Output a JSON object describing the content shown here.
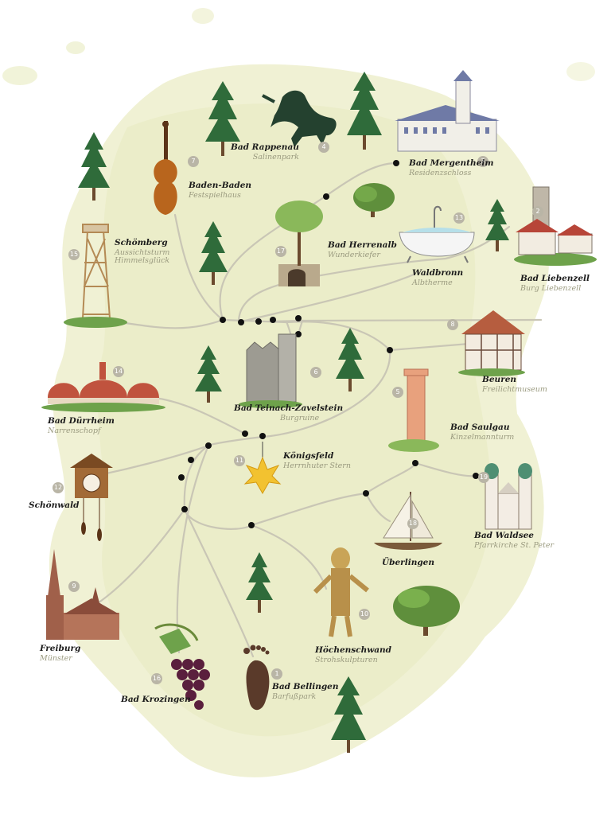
{
  "colors": {
    "background": "#ffffff",
    "land": "#eef0cf",
    "route": "#c9c6b5",
    "stop": "#111111",
    "badge": "#b9b5a6",
    "subtitle": "#9a9a7f"
  },
  "sites": [
    {
      "id": 1,
      "num": "1",
      "town": "Bad Bellingen",
      "site": "Barfußpark",
      "icon": "footprint-icon"
    },
    {
      "id": 2,
      "num": "2",
      "town": "Bad Liebenzell",
      "site": "Burg Liebenzell",
      "icon": "castle-icon"
    },
    {
      "id": 3,
      "num": "3",
      "town": "Bad Mergentheim",
      "site": "Residenzschloss",
      "icon": "palace-icon"
    },
    {
      "id": 4,
      "num": "4",
      "town": "Bad Rappenau",
      "site": "Salinenpark",
      "icon": "horse-icon"
    },
    {
      "id": 5,
      "num": "5",
      "town": "Bad Saulgau",
      "site": "Kinzelmannturm",
      "icon": "tower-icon"
    },
    {
      "id": 6,
      "num": "6",
      "town": "Bad Teinach-Zavelstein",
      "site": "Burgruine",
      "icon": "castle-ruin-icon"
    },
    {
      "id": 7,
      "num": "7",
      "town": "Baden-Baden",
      "site": "Festspielhaus",
      "icon": "violin-icon"
    },
    {
      "id": 8,
      "num": "8",
      "town": "Beuren",
      "site": "Freilichtmuseum",
      "icon": "half-timbered-house-icon"
    },
    {
      "id": 9,
      "num": "9",
      "town": "Freiburg",
      "site": "Münster",
      "icon": "cathedral-icon"
    },
    {
      "id": 10,
      "num": "10",
      "town": "Höchenschwand",
      "site": "Strohskulpturen",
      "icon": "straw-figure-icon"
    },
    {
      "id": 11,
      "num": "11",
      "town": "Königsfeld",
      "site": "Herrnhuter Stern",
      "icon": "star-icon"
    },
    {
      "id": 12,
      "num": "12",
      "town": "Schönwald",
      "site": "",
      "icon": "cuckoo-clock-icon"
    },
    {
      "id": 14,
      "num": "14",
      "town": "Bad Dürrheim",
      "site": "Narrenschopf",
      "icon": "domes-icon"
    },
    {
      "id": 15,
      "num": "15",
      "town": "Schömberg",
      "site": "Aussichtsturm Himmelsglück",
      "site_line1": "Aussichtsturm",
      "site_line2": "Himmelsglück",
      "icon": "observation-tower-icon"
    },
    {
      "id": 16,
      "num": "16",
      "town": "Bad Krozingen",
      "site": "",
      "icon": "grapes-icon"
    },
    {
      "id": 17,
      "num": "17",
      "town": "Bad Herrenalb",
      "site": "Wunderkiefer",
      "icon": "pine-on-wall-icon"
    },
    {
      "id": 18,
      "num": "18",
      "town": "Überlingen",
      "site": "",
      "icon": "sailboat-icon"
    },
    {
      "id": 19,
      "num": "19",
      "town": "Bad Waldsee",
      "site": "Pfarrkirche St. Peter",
      "icon": "baroque-church-icon"
    },
    {
      "id": 13,
      "num": "13",
      "town": "Waldbronn",
      "site": "Albtherme",
      "icon": "bathtub-icon"
    }
  ]
}
